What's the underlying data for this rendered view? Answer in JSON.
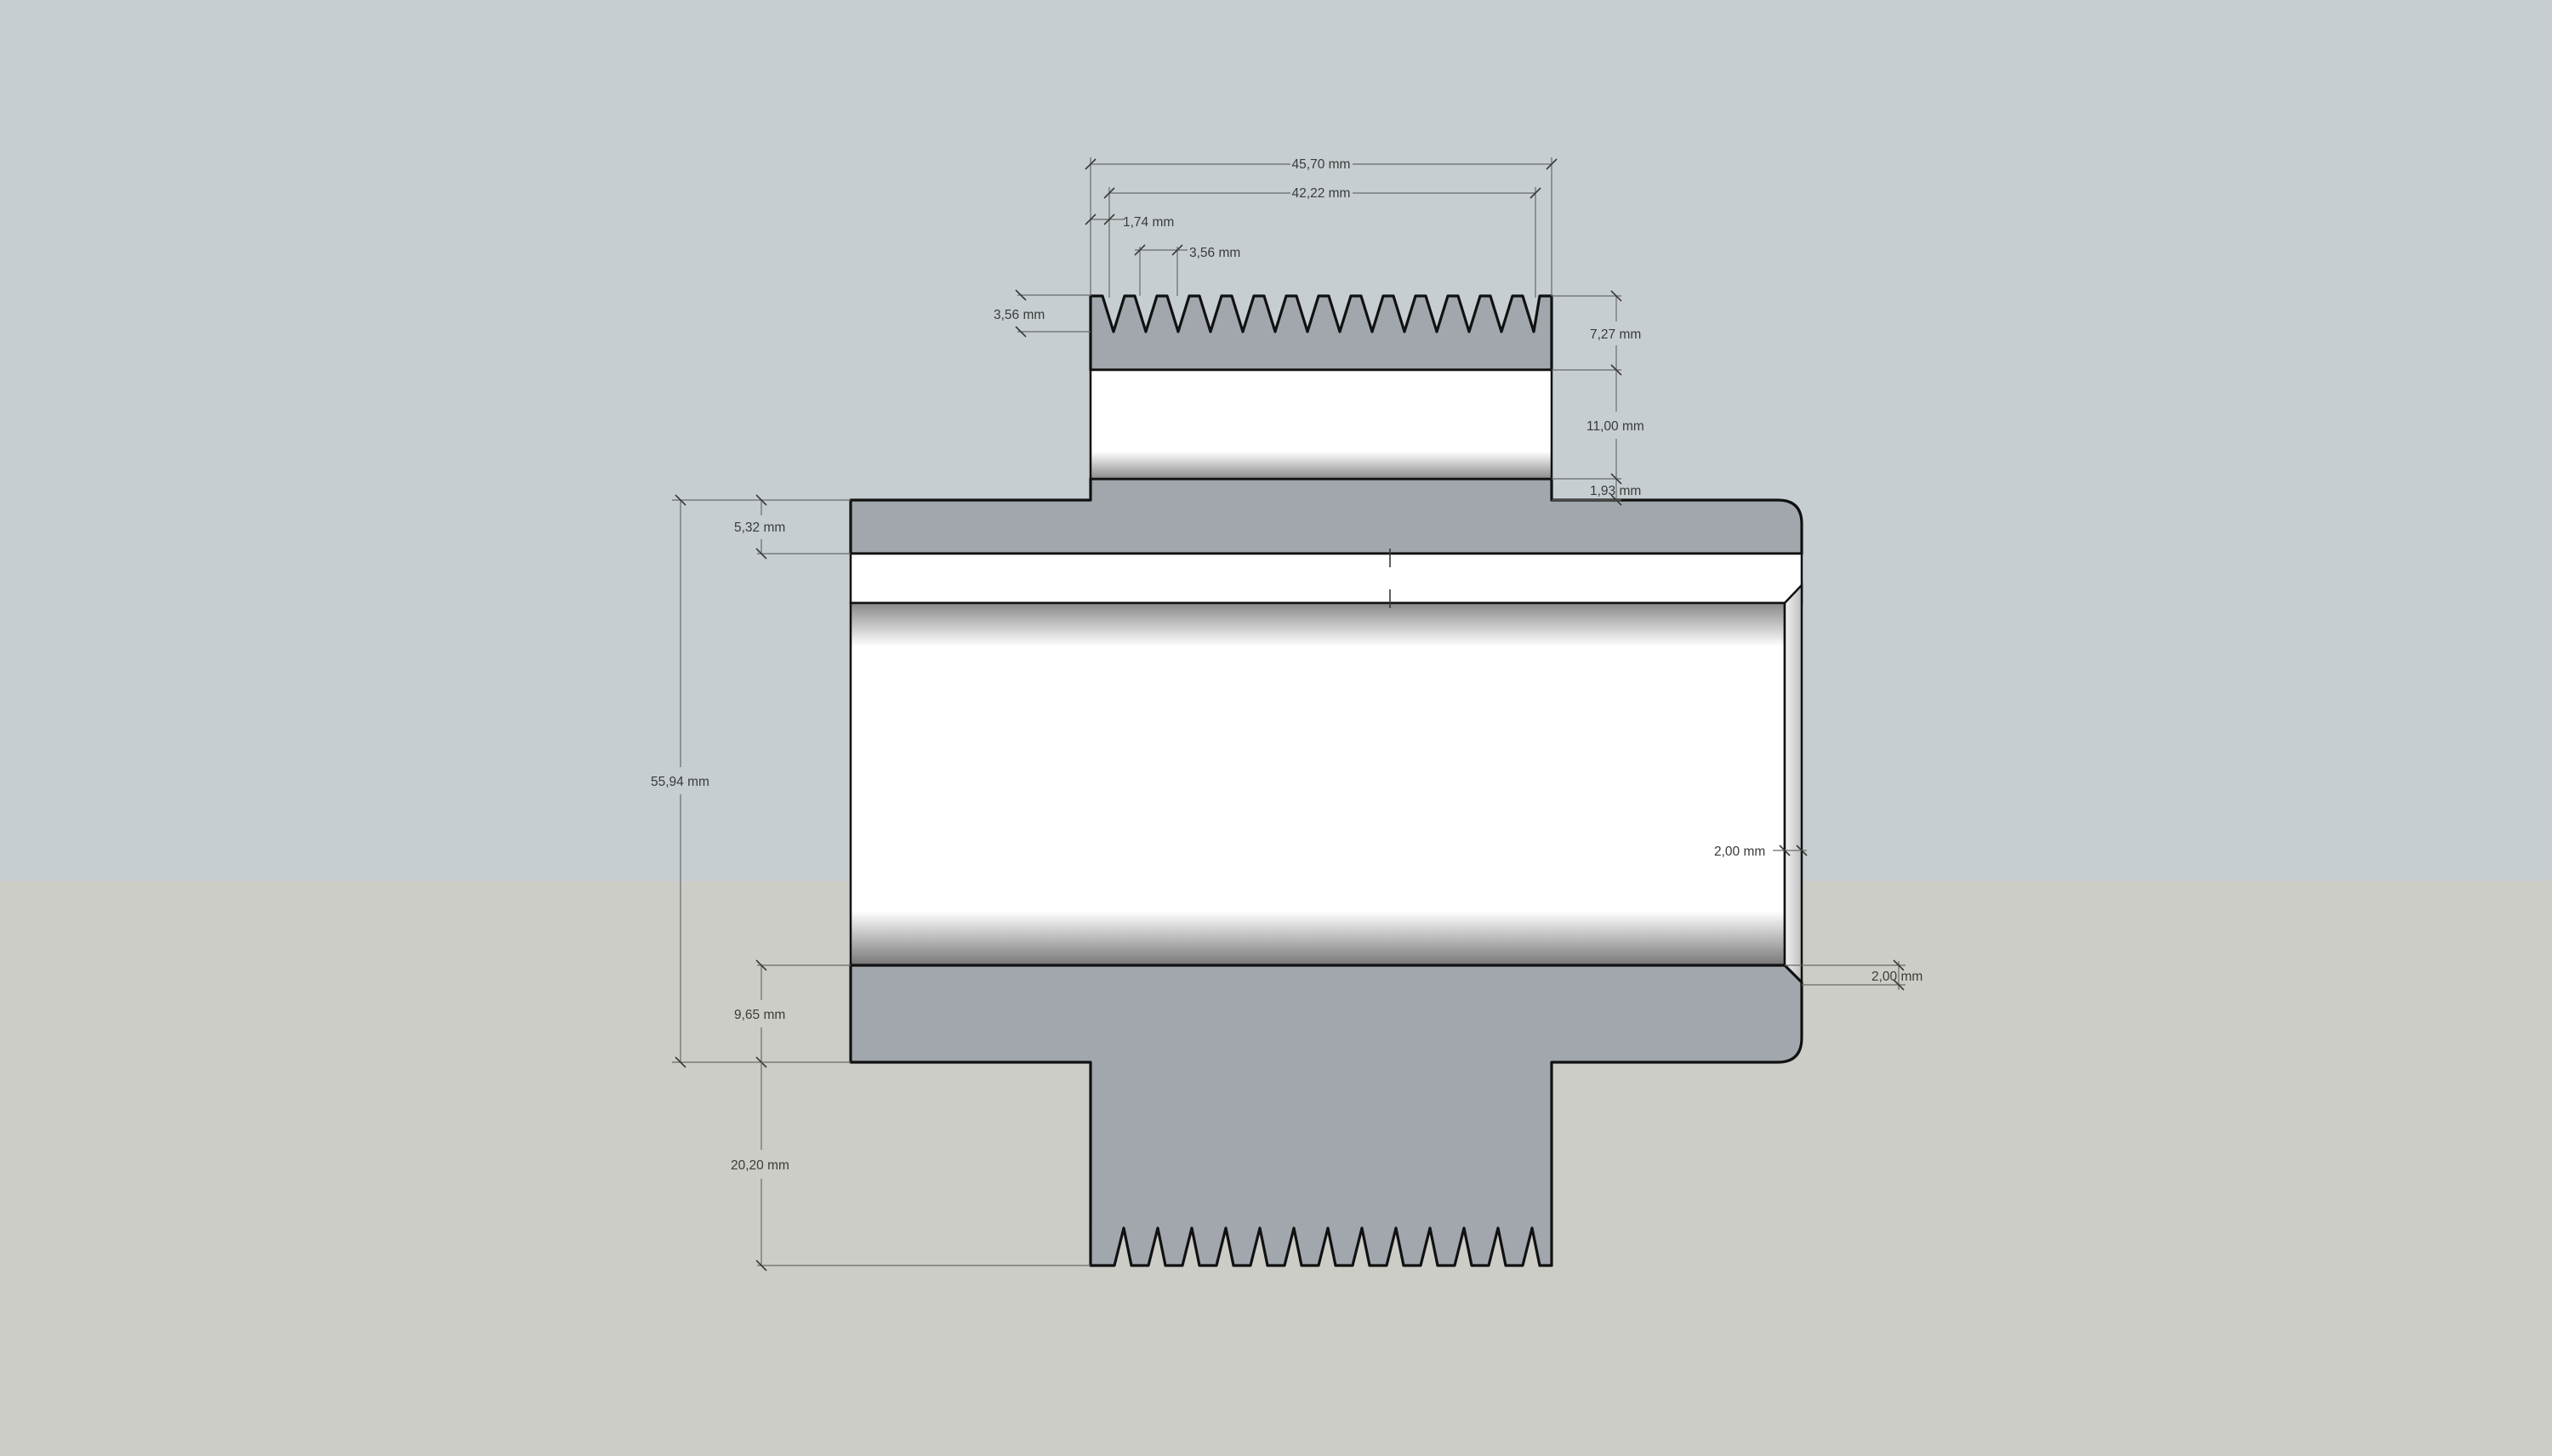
{
  "drawing": {
    "colors": {
      "sky": "#c7ced1",
      "ground": "#cdcdc8",
      "part_face": "#a1a7ad",
      "bore": "#ffffff",
      "outline": "#111111",
      "dimension": "#3a3a3a"
    },
    "dimensions": {
      "overall_width": "45,70 mm",
      "thread_width": "42,22 mm",
      "thread_start_offset": "1,74 mm",
      "thread_pitch": "3,56 mm",
      "thread_depth": "3,56 mm",
      "top_wall": "7,27 mm",
      "inner_ring_bore": "11,00 mm",
      "step": "1,93 mm",
      "flange_top": "5,32 mm",
      "overall_height": "55,94 mm",
      "flange_bottom": "9,65 mm",
      "hub_length": "20,20 mm",
      "chamfer_radial": "2,00 mm",
      "chamfer_axial": "2,00 mm"
    }
  }
}
